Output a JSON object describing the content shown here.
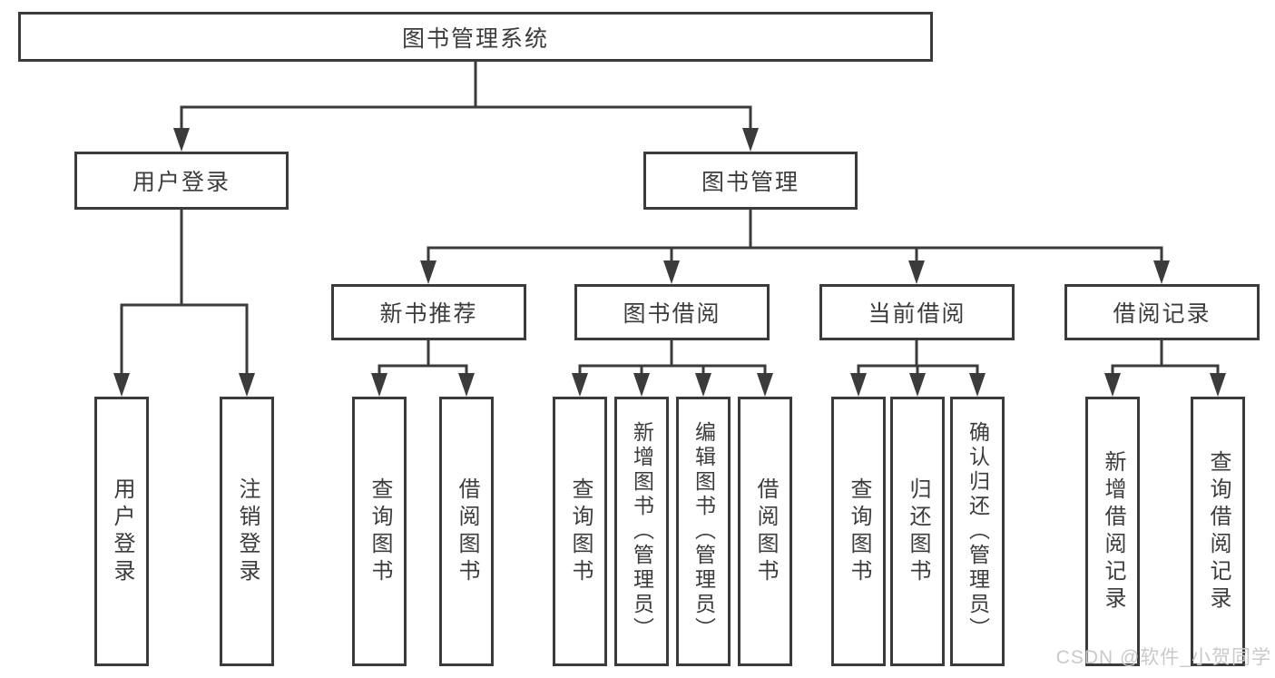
{
  "tree": {
    "root_label": "图书管理系统",
    "user_login": {
      "label": "用户登录",
      "children": [
        "用户登录",
        "注销登录"
      ]
    },
    "book_management": {
      "label": "图书管理",
      "modules": [
        {
          "label": "新书推荐",
          "children": [
            "查询图书",
            "借阅图书"
          ]
        },
        {
          "label": "图书借阅",
          "children": [
            "查询图书",
            "新增图书（管理员）",
            "编辑图书（管理员）",
            "借阅图书"
          ]
        },
        {
          "label": "当前借阅",
          "children": [
            "查询图书",
            "归还图书",
            "确认归还（管理员）"
          ]
        },
        {
          "label": "借阅记录",
          "children": [
            "新增借阅记录",
            "查询借阅记录"
          ]
        }
      ]
    }
  },
  "watermark": "CSDN @软件_小贺同学",
  "colors": {
    "line": "#3b3b3b",
    "text": "#3c3c3c",
    "watermark": "#c9c9c9",
    "background": "#ffffff"
  }
}
